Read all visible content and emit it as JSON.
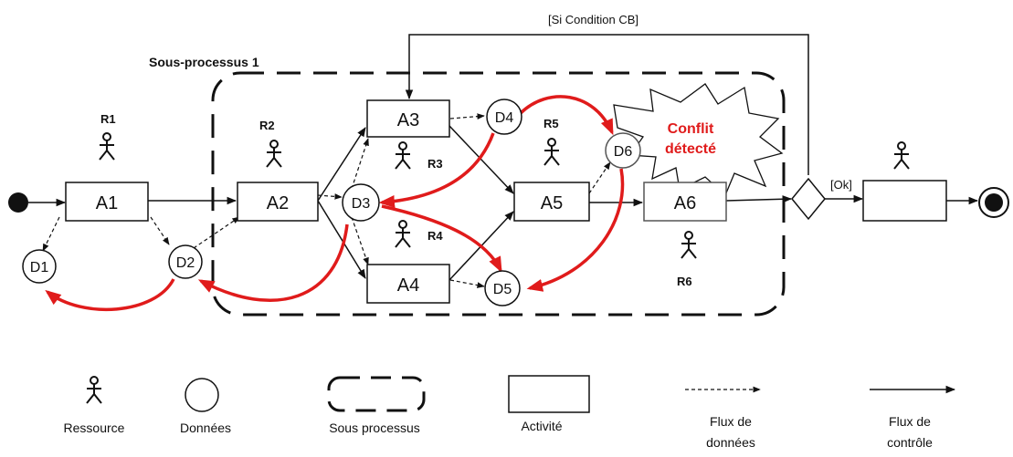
{
  "subprocess_label": "Sous-processus 1",
  "condition_label": "[Si Condition CB]",
  "ok_label": "[Ok]",
  "activities": {
    "a1": "A1",
    "a2": "A2",
    "a3": "A3",
    "a4": "A4",
    "a5": "A5",
    "a6": "A6"
  },
  "data_objects": {
    "d1": "D1",
    "d2": "D2",
    "d3": "D3",
    "d4": "D4",
    "d5": "D5",
    "d6": "D6"
  },
  "resources": {
    "r1": "R1",
    "r2": "R2",
    "r3": "R3",
    "r4": "R4",
    "r5": "R5",
    "r6": "R6"
  },
  "conflict": {
    "line1": "Conflit",
    "line2": "détecté"
  },
  "legend": {
    "resource": "Ressource",
    "data": "Données",
    "subprocess": "Sous processus",
    "activity": "Activité",
    "data_flow_1": "Flux de",
    "data_flow_2": "données",
    "control_flow_1": "Flux de",
    "control_flow_2": "contrôle"
  },
  "colors": {
    "conflict": "#e01b1b",
    "stroke": "#111111"
  }
}
